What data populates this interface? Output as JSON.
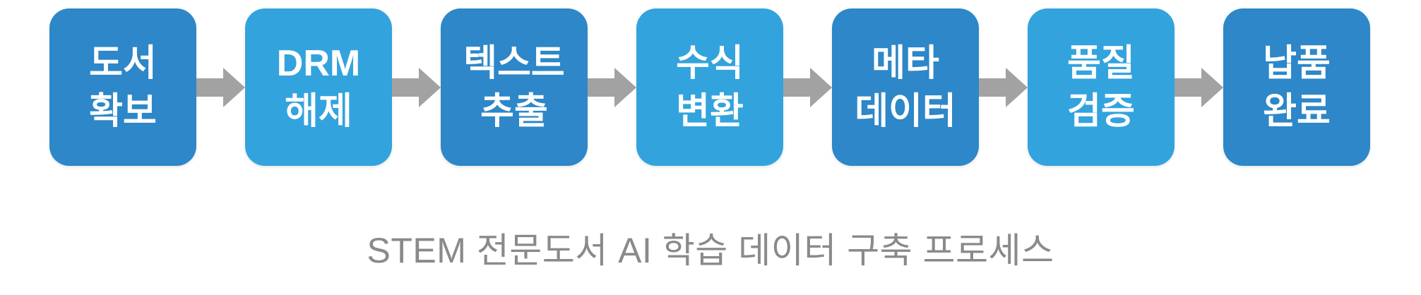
{
  "diagram": {
    "steps": [
      {
        "line1": "도서",
        "line2": "확보",
        "variant": "dark"
      },
      {
        "line1": "DRM",
        "line2": "해제",
        "variant": "light"
      },
      {
        "line1": "텍스트",
        "line2": "추출",
        "variant": "dark"
      },
      {
        "line1": "수식",
        "line2": "변환",
        "variant": "light"
      },
      {
        "line1": "메타",
        "line2": "데이터",
        "variant": "dark"
      },
      {
        "line1": "품질",
        "line2": "검증",
        "variant": "light"
      },
      {
        "line1": "납품",
        "line2": "완료",
        "variant": "dark"
      }
    ],
    "caption": "STEM 전문도서 AI 학습 데이터 구축 프로세스"
  },
  "colors": {
    "step_dark": "#2d87c8",
    "step_light": "#33a3de",
    "arrow": "#a2a2a2",
    "caption": "#8a8a8a",
    "text": "#ffffff"
  }
}
